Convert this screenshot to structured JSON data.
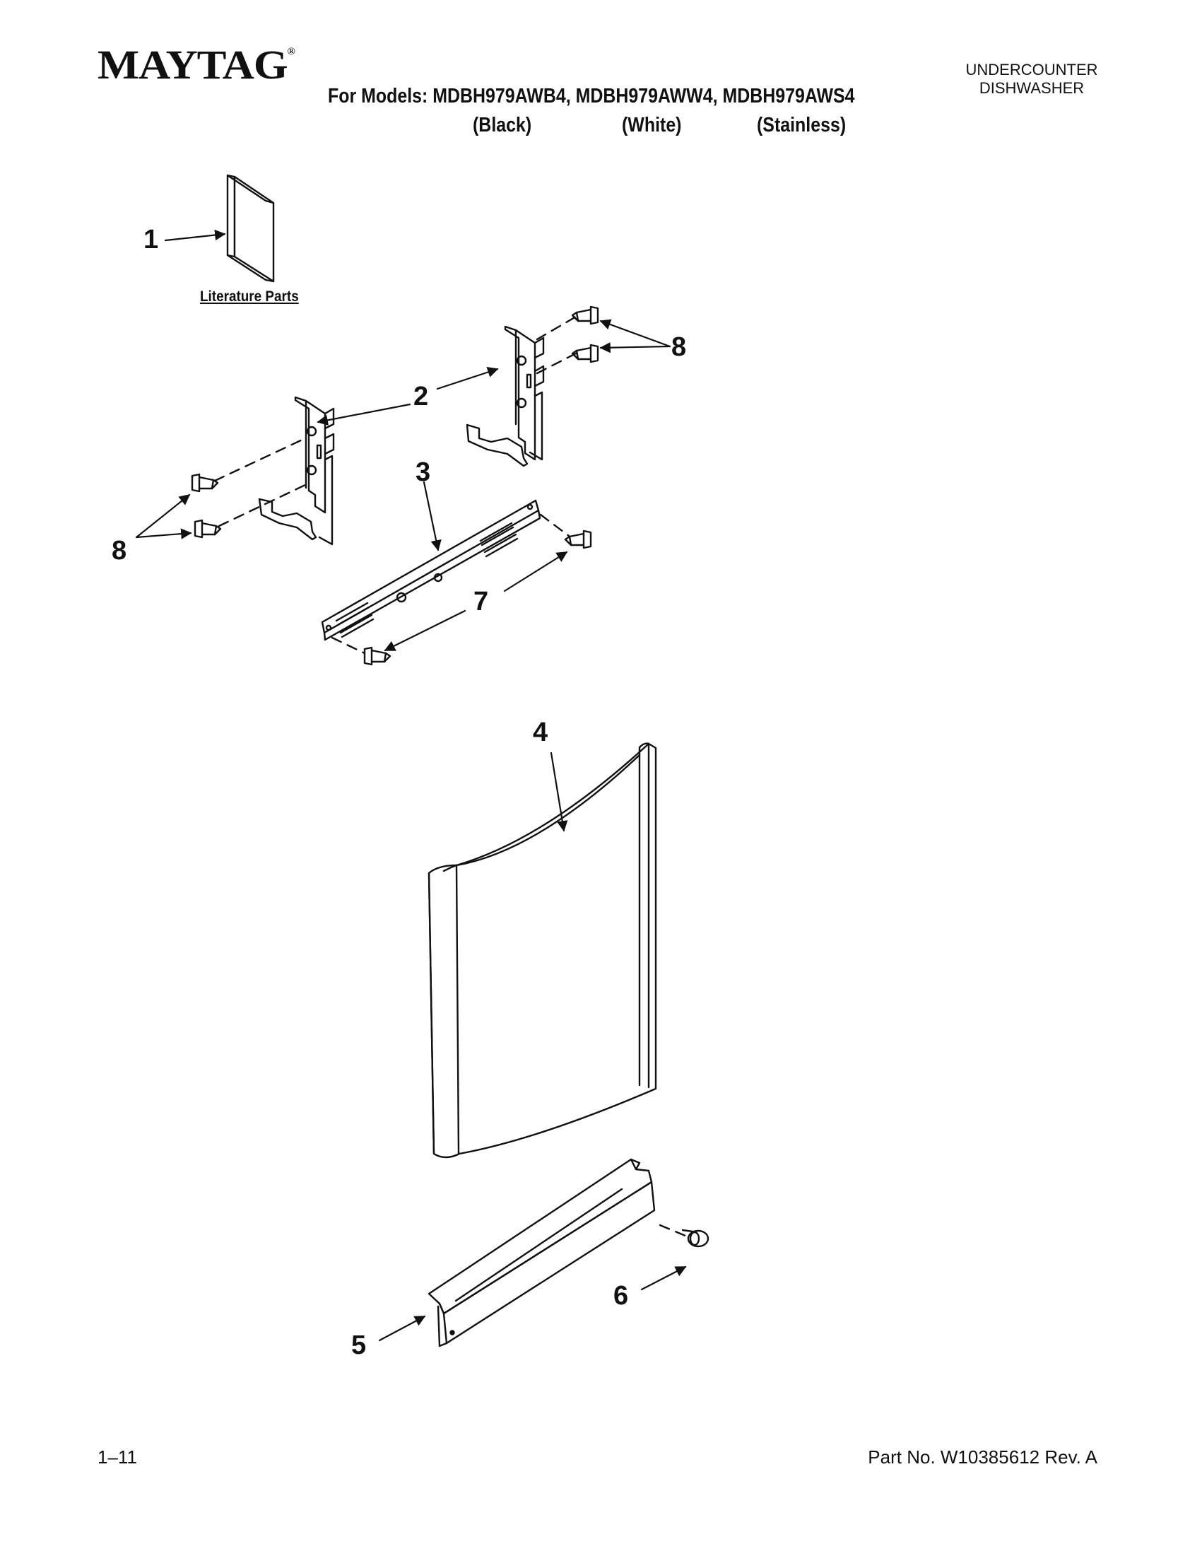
{
  "header": {
    "brand": "MAYTAG",
    "brand_mark": "®",
    "models_line": "For Models: MDBH979AWB4, MDBH979AWW4, MDBH979AWS4",
    "variants": [
      "(Black)",
      "(White)",
      "(Stainless)"
    ],
    "category": [
      "UNDERCOUNTER",
      "DISHWASHER"
    ]
  },
  "diagram": {
    "literature_label": "Literature Parts",
    "callouts": {
      "c1": "1",
      "c2": "2",
      "c3": "3",
      "c4": "4",
      "c5": "5",
      "c6": "6",
      "c7": "7",
      "c8a": "8",
      "c8b": "8"
    }
  },
  "footer": {
    "page": "1–11",
    "part_number": "Part No. W10385612 Rev. A"
  }
}
